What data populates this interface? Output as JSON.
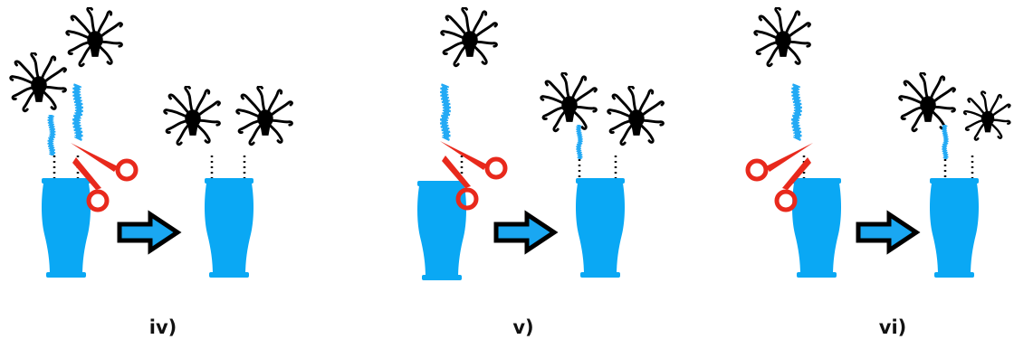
{
  "colors": {
    "drum": "#0aa8f4",
    "chain": "#23aaf5",
    "head": "#000000",
    "scissors": "#e8291c",
    "arrow_fill": "#1aa7f2",
    "arrow_outline": "#000000"
  },
  "panels": [
    {
      "label": "iv)",
      "before": {
        "head_count": 2
      },
      "after": {
        "head_count": 2
      }
    },
    {
      "label": "v)",
      "before": {
        "head_count": 1
      },
      "after": {
        "head_count": 2
      }
    },
    {
      "label": "vi)",
      "before": {
        "head_count": 1
      },
      "after": {
        "head_count": 2
      }
    }
  ],
  "icons": [
    "tentacle-head-icon",
    "conga-drum-icon",
    "scissors-icon",
    "right-arrow-icon"
  ]
}
